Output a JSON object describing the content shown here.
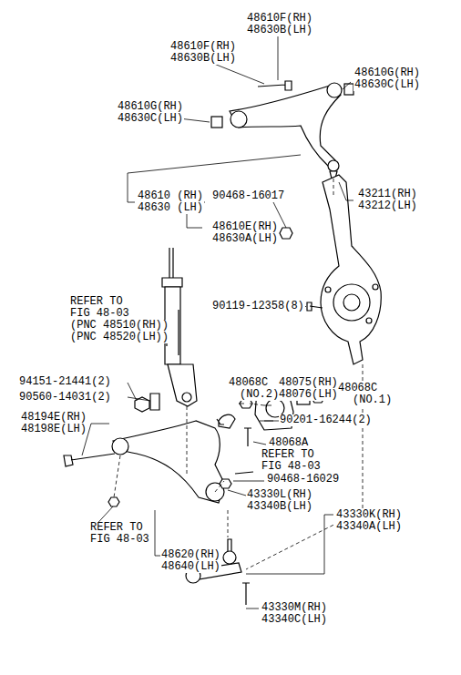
{
  "diagram": {
    "labels": [
      "48610F(RH)",
      "48630B(LH)",
      "48610F(RH)",
      "48630B(LH)",
      "48610G(RH)",
      "48630C(LH)",
      "48610G(RH)",
      "48630C(LH)",
      "48610 (RH)",
      "48630 (LH)",
      "90468-16017",
      "43211(RH)",
      "43212(LH)",
      "48610E(RH)",
      "48630A(LH)",
      "REFER TO",
      "FIG 48-03",
      "(PNC 48510(RH))",
      "(PNC 48520(LH))",
      "90119-12358(8)",
      "48068C",
      "(NO.2)",
      "48075(RH)",
      "48076(LH)",
      "94151-21441(2)",
      "90560-14031(2)",
      "48068C",
      "(NO.1)",
      "48194E(RH)",
      "48198E(LH)",
      "90201-16244(2)",
      "48068A",
      "REFER TO",
      "FIG 48-03",
      "90468-16029",
      "43330L(RH)",
      "43340B(LH)",
      "43330K(RH)",
      "43340A(LH)",
      "REFER TO",
      "FIG 48-03",
      "48620(RH)",
      "48640(LH)",
      "43330M(RH)",
      "43340C(LH)"
    ]
  }
}
